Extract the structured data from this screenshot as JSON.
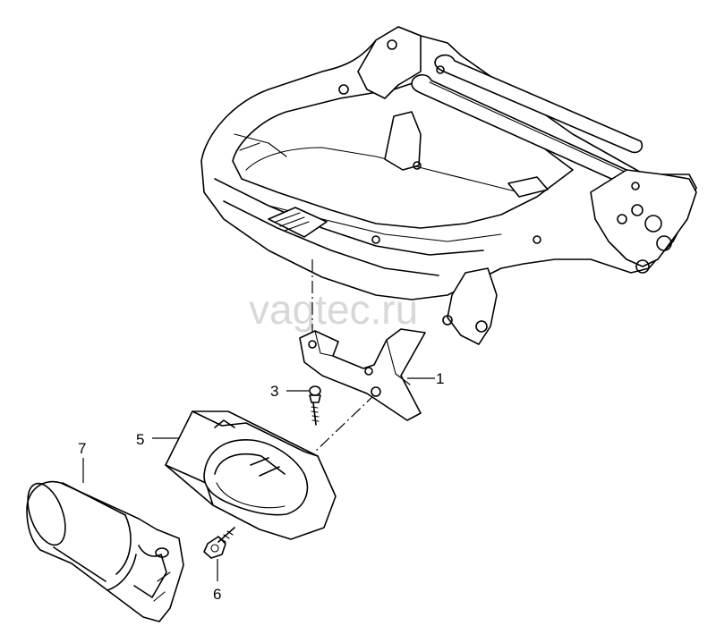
{
  "watermark": "vagtec.ru",
  "callouts": [
    {
      "id": "1",
      "text": "1"
    },
    {
      "id": "3",
      "text": "3"
    },
    {
      "id": "5",
      "text": "5"
    },
    {
      "id": "6",
      "text": "6"
    },
    {
      "id": "7",
      "text": "7"
    }
  ]
}
